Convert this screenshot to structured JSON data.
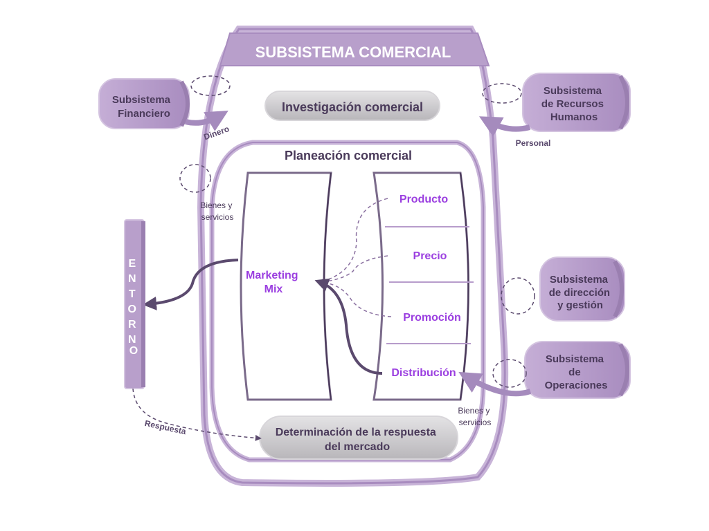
{
  "title": "SUBSISTEMA COMERCIAL",
  "nodes": {
    "investigacion": "Investigación comercial",
    "planeacion": "Planeación comercial",
    "marketing_mix": [
      "Marketing",
      "Mix"
    ],
    "producto": "Producto",
    "precio": "Precio",
    "promocion": "Promoción",
    "distribucion": "Distribución",
    "determinacion": [
      "Determinación de la respuesta",
      "del mercado"
    ],
    "entorno": [
      "E",
      "N",
      "T",
      "O",
      "R",
      "N",
      "O"
    ],
    "financiero": [
      "Subsistema",
      "Financiero"
    ],
    "recursos_humanos": [
      "Subsistema",
      "de Recursos",
      "Humanos"
    ],
    "direccion": [
      "Subsistema",
      "de dirección",
      "y gestión"
    ],
    "operaciones": [
      "Subsistema",
      "de",
      "Operaciones"
    ]
  },
  "flow_labels": {
    "dinero": "Dinero",
    "personal": "Personal",
    "bienes_left": [
      "Bienes y",
      "servicios"
    ],
    "bienes_right": [
      "Bienes y",
      "servicios"
    ],
    "respuesta": "Respuesta"
  },
  "colors": {
    "lavender": "#b79ccb",
    "lavender_dark": "#9a7fb0",
    "purple_text": "#9b3fe0",
    "dark_text": "#4a3a5a",
    "gray_pill": "#c8c6c9",
    "dark_arrow": "#5b4a6e"
  }
}
